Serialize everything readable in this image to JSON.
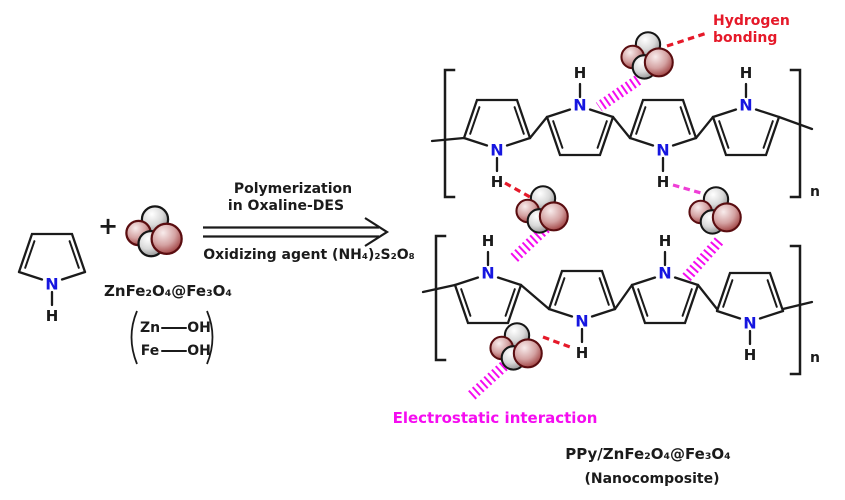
{
  "figure": {
    "plus": "+",
    "atoms": {
      "N": "N",
      "H": "H"
    },
    "nanoparticle": {
      "formula": "ZnFe₂O₄@Fe₃O₄",
      "groups": [
        {
          "metal": "Zn",
          "ligand": "OH"
        },
        {
          "metal": "Fe",
          "ligand": "OH"
        }
      ]
    },
    "arrow": {
      "top_line1": "Polymerization",
      "top_line2": "in Oxaline-DES",
      "bottom": "Oxidizing agent (NH₄)₂S₂O₈"
    },
    "annotations": {
      "hydrogen_bonding_line1": "Hydrogen",
      "hydrogen_bonding_line2": "bonding",
      "electrostatic": "Electrostatic interaction"
    },
    "product": {
      "name": "PPy/ZnFe₂O₄@Fe₃O₄",
      "subtitle": "(Nanocomposite)",
      "repeat": "n"
    }
  },
  "colors": {
    "ink": "#1b1b1b",
    "nitrogen_blue": "#1616e0",
    "bond_red": "#e51929",
    "bond_magenta": "#f50cf0",
    "pink_dash": "#ef3ed6"
  }
}
